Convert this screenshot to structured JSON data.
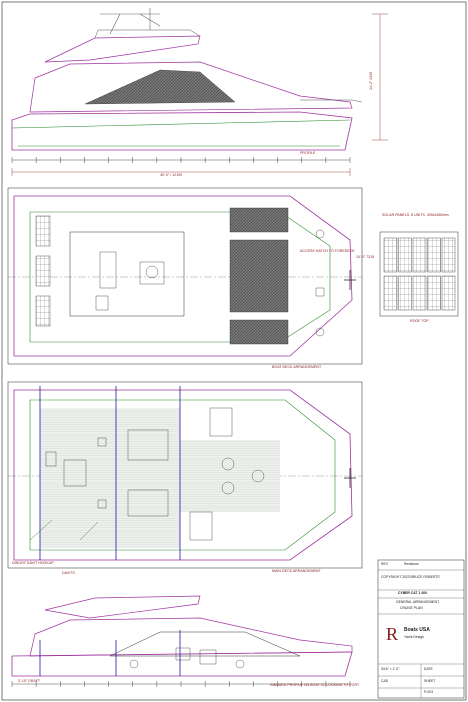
{
  "drawing": {
    "profile_label": "PROFILE",
    "main_deck_label": "MAIN DECK ARRANGEMENT",
    "boat_deck_label": "BOAT DECK ARRANGEMENT",
    "inboard_profile_label": "INBOARD PROFILE ON BOAT CL LOOKING TO PORT",
    "roof_top_label": "ROOF TOP",
    "solar_note": "SOLAR PANELS, 8 UNITS, 305x1650mm",
    "overall_length": "40'-0\" / 12190",
    "overall_height": "14'-2\" 4320",
    "beam": "24'-0\" 7315",
    "hatch_note": "ACCESS HATCH TO FOREDECK",
    "dinghy_note": "DINGHY DAVIT HOOKUP",
    "davit_note": "DAVITS",
    "waterline_note": "3'-10\" DRAFT"
  },
  "title_block": {
    "rev_label": "REV",
    "rev_value": "Revisions",
    "project": "CYBER CAT 1 400",
    "subtitle1": "GENERAL ARRANGEMENT",
    "subtitle2": "CRUISE PLAN",
    "company": "Boats USA",
    "company_line2": "Yacht Design",
    "drawing_no": "P-003",
    "scale": "3/16\" = 1'-0\"",
    "copyright": "COPYRIGHT 2023 BRUCE ROBERTS",
    "cad_label": "CAD",
    "date_label": "DATE",
    "sheet_label": "SHEET"
  }
}
